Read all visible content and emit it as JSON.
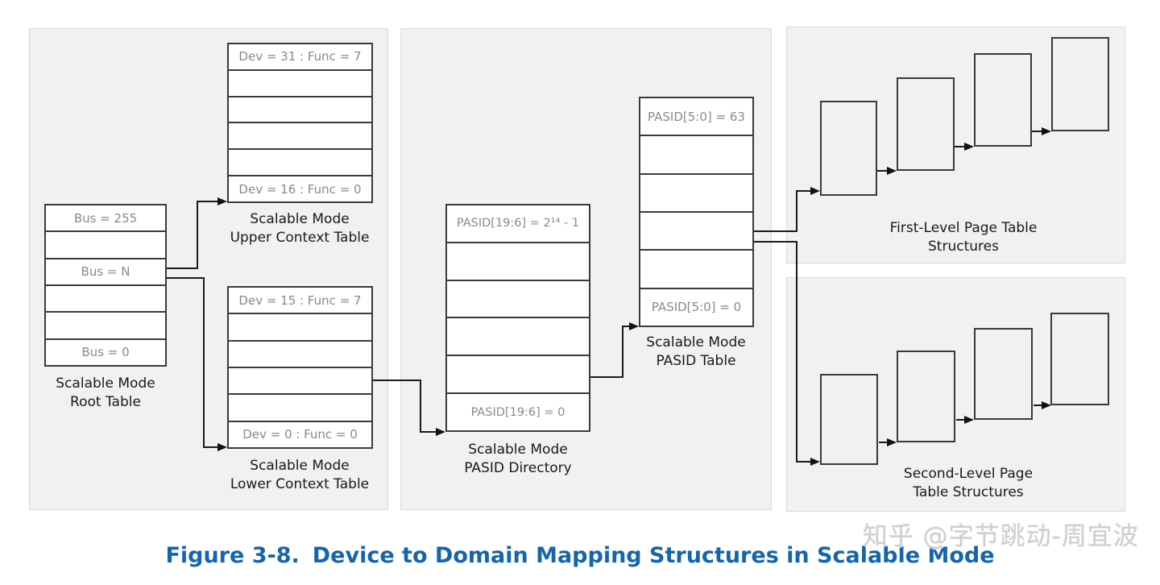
{
  "tables": {
    "root": {
      "rows": [
        "Bus = 255",
        "",
        "Bus = N",
        "",
        "",
        "Bus = 0"
      ],
      "label": [
        "Scalable Mode",
        "Root Table"
      ]
    },
    "upper_context": {
      "rows": [
        "Dev = 31 : Func = 7",
        "",
        "",
        "",
        "",
        "Dev = 16 : Func = 0"
      ],
      "label": [
        "Scalable Mode",
        "Upper Context Table"
      ]
    },
    "lower_context": {
      "rows": [
        "Dev = 15 : Func = 7",
        "",
        "",
        "",
        "",
        "Dev = 0 : Func = 0"
      ],
      "label": [
        "Scalable Mode",
        "Lower Context Table"
      ]
    },
    "pasid_directory": {
      "rows": [
        "PASID[19:6] = 2¹⁴ - 1",
        "",
        "",
        "",
        "",
        "PASID[19:6] = 0"
      ],
      "label": [
        "Scalable Mode",
        "PASID Directory"
      ]
    },
    "pasid_table": {
      "rows": [
        "PASID[5:0] = 63",
        "",
        "",
        "",
        "",
        "PASID[5:0] = 0"
      ],
      "label": [
        "Scalable Mode",
        "PASID Table"
      ]
    }
  },
  "page_structures": {
    "first_level": {
      "label": [
        "First-Level Page Table",
        "Structures"
      ]
    },
    "second_level": {
      "label": [
        "Second-Level Page",
        "Table Structures"
      ]
    }
  },
  "caption": {
    "figure_label": "Figure 3-8.",
    "title": "Device to Domain Mapping Structures in Scalable Mode"
  },
  "watermark": "知乎 @字节跳动-周宜波",
  "colors": {
    "caption_blue": "#1565ad",
    "cell_text_gray": "#8a8a8a",
    "panel_background": "#f1f1f2",
    "panel_border": "#d9d9d9",
    "table_border": "#3a3a3a",
    "connector_line": "#1a1a1a",
    "watermark_gray": "#c9c9c9"
  }
}
